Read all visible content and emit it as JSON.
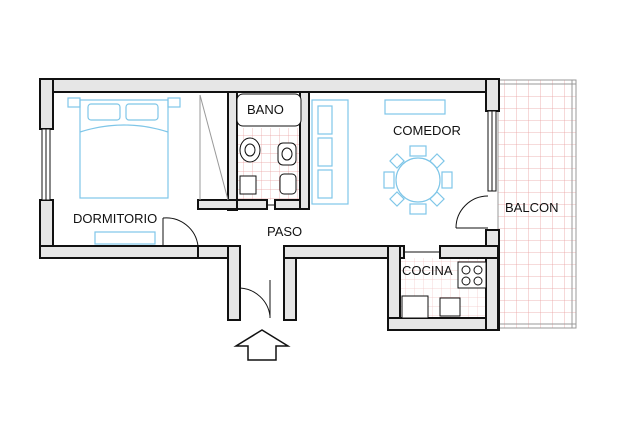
{
  "rooms": {
    "dormitorio": "DORMITORIO",
    "bano": "BANO",
    "comedor": "COMEDOR",
    "paso": "PASO",
    "cocina": "COCINA",
    "balcon": "BALCON"
  },
  "colors": {
    "wall_fill": "#e6e6e6",
    "wall_stroke": "#111111",
    "furniture": "#7fc6e8",
    "tile_grid": "#e9a0a0",
    "background": "#ffffff"
  },
  "icons": [
    "entrance-arrow-icon",
    "door-swing-icon",
    "bed-icon",
    "toilet-icon",
    "sink-icon",
    "dining-table-icon",
    "stove-icon"
  ]
}
